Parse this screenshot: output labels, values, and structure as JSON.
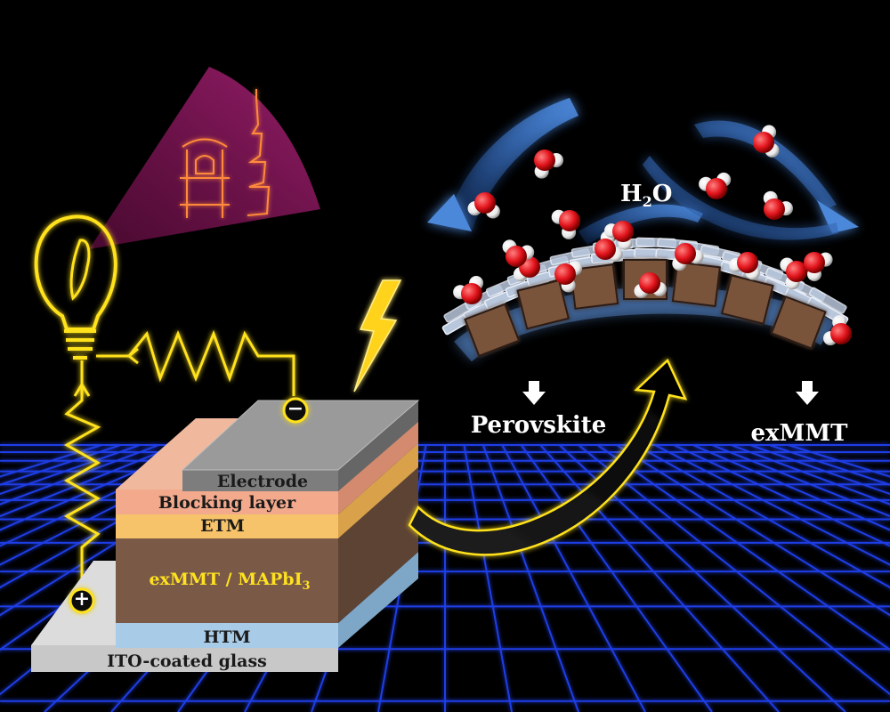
{
  "layers": {
    "electrode": "Electrode",
    "blocking": "Blocking layer",
    "etm": "ETM",
    "absorber": "exMMT / MAPbI",
    "absorber_sub": "3",
    "htm": "HTM",
    "glass": "ITO-coated glass"
  },
  "labels": {
    "perovskite": "Perovskite",
    "exmmt": "exMMT",
    "water": "H",
    "water_sub": "2",
    "water_tail": "O"
  },
  "terminals": {
    "negative": "−",
    "positive": "+"
  },
  "colors": {
    "neon_yellow": "#ffe21f",
    "electrode": "#8a8a8a",
    "blocking": "#f2a98c",
    "etm": "#f6c26a",
    "absorber": "#7a5a47",
    "htm": "#9fc8e8",
    "glass": "#d8d8d8",
    "grid": "#1a3cff",
    "magenta_beam": "#9a1a6a",
    "oxygen": "#e2141c",
    "hydrogen": "#ffffff"
  }
}
